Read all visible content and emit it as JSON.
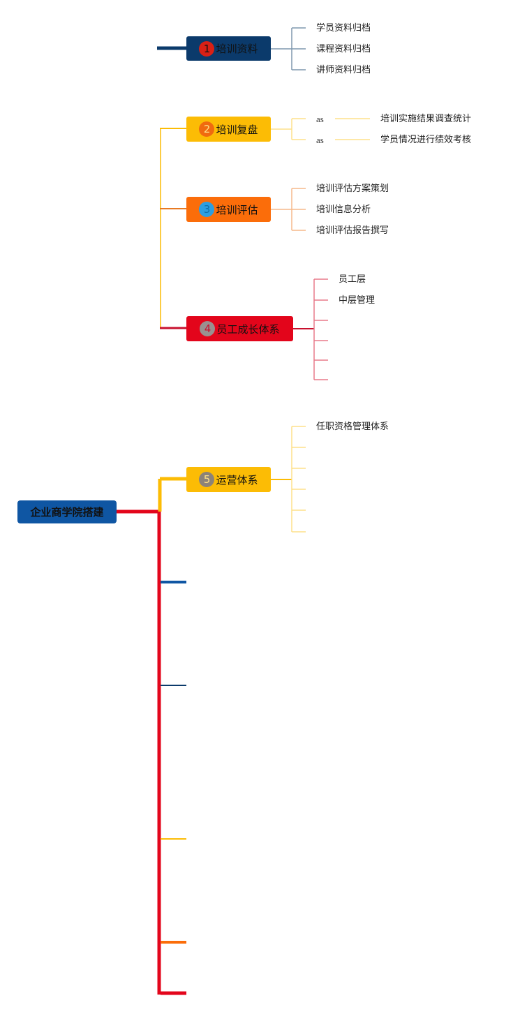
{
  "root": {
    "label": "企业商学院搭建"
  },
  "topics": [
    {
      "num": "1",
      "label": "培训资料",
      "color": "#0b3a6b",
      "badge_color": "#d92015",
      "children": [
        "学员资料归档",
        "课程资料归档",
        "讲师资料归档"
      ]
    },
    {
      "num": "2",
      "label": "培训复盘",
      "color": "#fcbc05",
      "badge_color": "#f06a0f",
      "children": [
        {
          "label": "as",
          "sub": "培训实施结果调查统计"
        },
        {
          "label": "as",
          "sub": "学员情况进行绩效考核"
        }
      ]
    },
    {
      "num": "3",
      "label": "培训评估",
      "color": "#fb6d0a",
      "badge_color": "#2d9ee0",
      "children": [
        "培训评估方案策划",
        "培训信息分析",
        "培训评估报告撰写"
      ]
    },
    {
      "num": "4",
      "label": "员工成长体系",
      "color": "#e3051b",
      "badge_color": "#9a9090",
      "children": [
        "员工层",
        "中层管理",
        "",
        "",
        "",
        ""
      ]
    },
    {
      "num": "5",
      "label": "运营体系",
      "color": "#fcbc05",
      "badge_color": "#8c8378",
      "children": [
        "任职资格管理体系",
        "",
        "",
        "",
        "",
        ""
      ]
    }
  ],
  "colors": {
    "navy": "#0b3a6b",
    "yellow": "#fcbc05",
    "orange": "#fb6d0a",
    "red": "#e3051b",
    "root_blue": "#0f56a3"
  }
}
